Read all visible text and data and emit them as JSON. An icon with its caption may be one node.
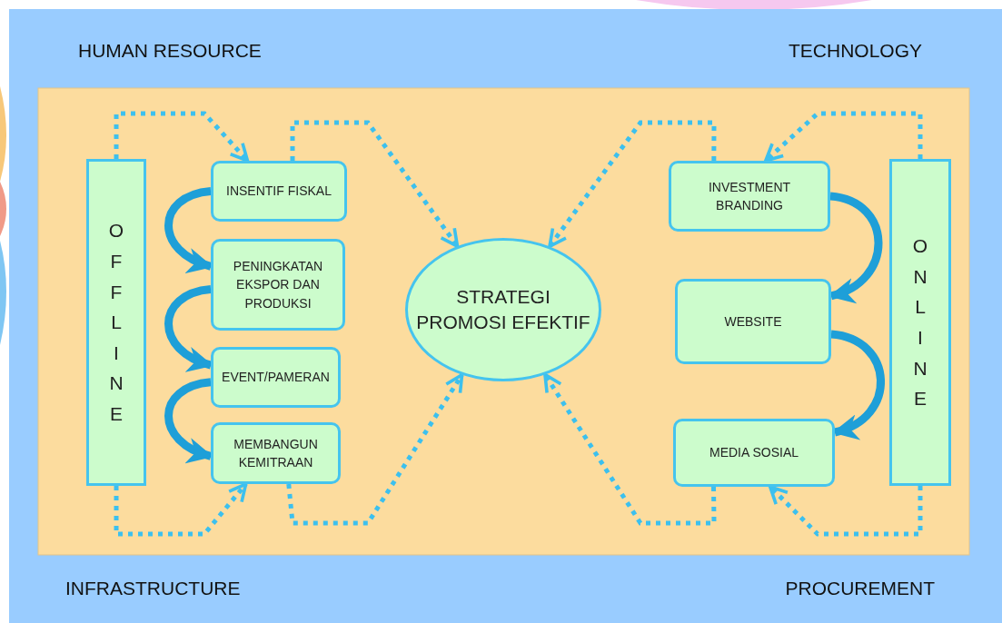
{
  "diagram": {
    "nodes": [
      {
        "text": [
          "OFFLINE"
        ]
      },
      {
        "text": [
          "INSENTIF  FISKAL"
        ]
      },
      {
        "text": [
          "PENINGKATAN EKSPOR DAN PRODUKSI"
        ]
      },
      {
        "text": [
          "EVENT/PAMERAN"
        ]
      },
      {
        "text": [
          "MEMBANGUN KEMITRAAN"
        ]
      },
      {
        "text": [
          "STRATEGI PROMOSI EFEKTIF"
        ]
      },
      {
        "text": [
          "INVESTMENT BRANDING"
        ]
      },
      {
        "text": [
          "WEBSITE"
        ]
      },
      {
        "text": [
          "MEDIA SOSIAL"
        ]
      },
      {
        "text": [
          "ONLINE"
        ]
      }
    ],
    "edges": [
      {
        "from": 0,
        "to": 1,
        "arrow": "to",
        "style": "dashed"
      },
      {
        "from": 1,
        "to": 5,
        "arrow": "to",
        "style": "dashed"
      },
      {
        "from": 0,
        "to": 4,
        "arrow": "to",
        "style": "dashed"
      },
      {
        "from": 4,
        "to": 5,
        "arrow": "to",
        "style": "dashed"
      },
      {
        "from": 9,
        "to": 6,
        "arrow": "to",
        "style": "dashed"
      },
      {
        "from": 6,
        "to": 5,
        "arrow": "to",
        "style": "dashed"
      },
      {
        "from": 9,
        "to": 8,
        "arrow": "to",
        "style": "dashed"
      },
      {
        "from": 8,
        "to": 5,
        "arrow": "to",
        "style": "dashed"
      },
      {
        "from": 1,
        "to": 2,
        "arrow": "to",
        "style": "thick",
        "color": "#1e9fd8"
      },
      {
        "from": 2,
        "to": 3,
        "arrow": "to",
        "style": "thick",
        "color": "#1e9fd8"
      },
      {
        "from": 3,
        "to": 4,
        "arrow": "to",
        "style": "thick",
        "color": "#1e9fd8"
      },
      {
        "from": 6,
        "to": 7,
        "arrow": "to",
        "style": "thick",
        "color": "#1e9fd8"
      },
      {
        "from": 7,
        "to": 8,
        "arrow": "to",
        "style": "thick",
        "color": "#1e9fd8"
      }
    ],
    "labels": [
      "HUMAN RESOURCE",
      "TECHNOLOGY",
      "INFRASTRUCTURE",
      "PROCUREMENT"
    ]
  }
}
